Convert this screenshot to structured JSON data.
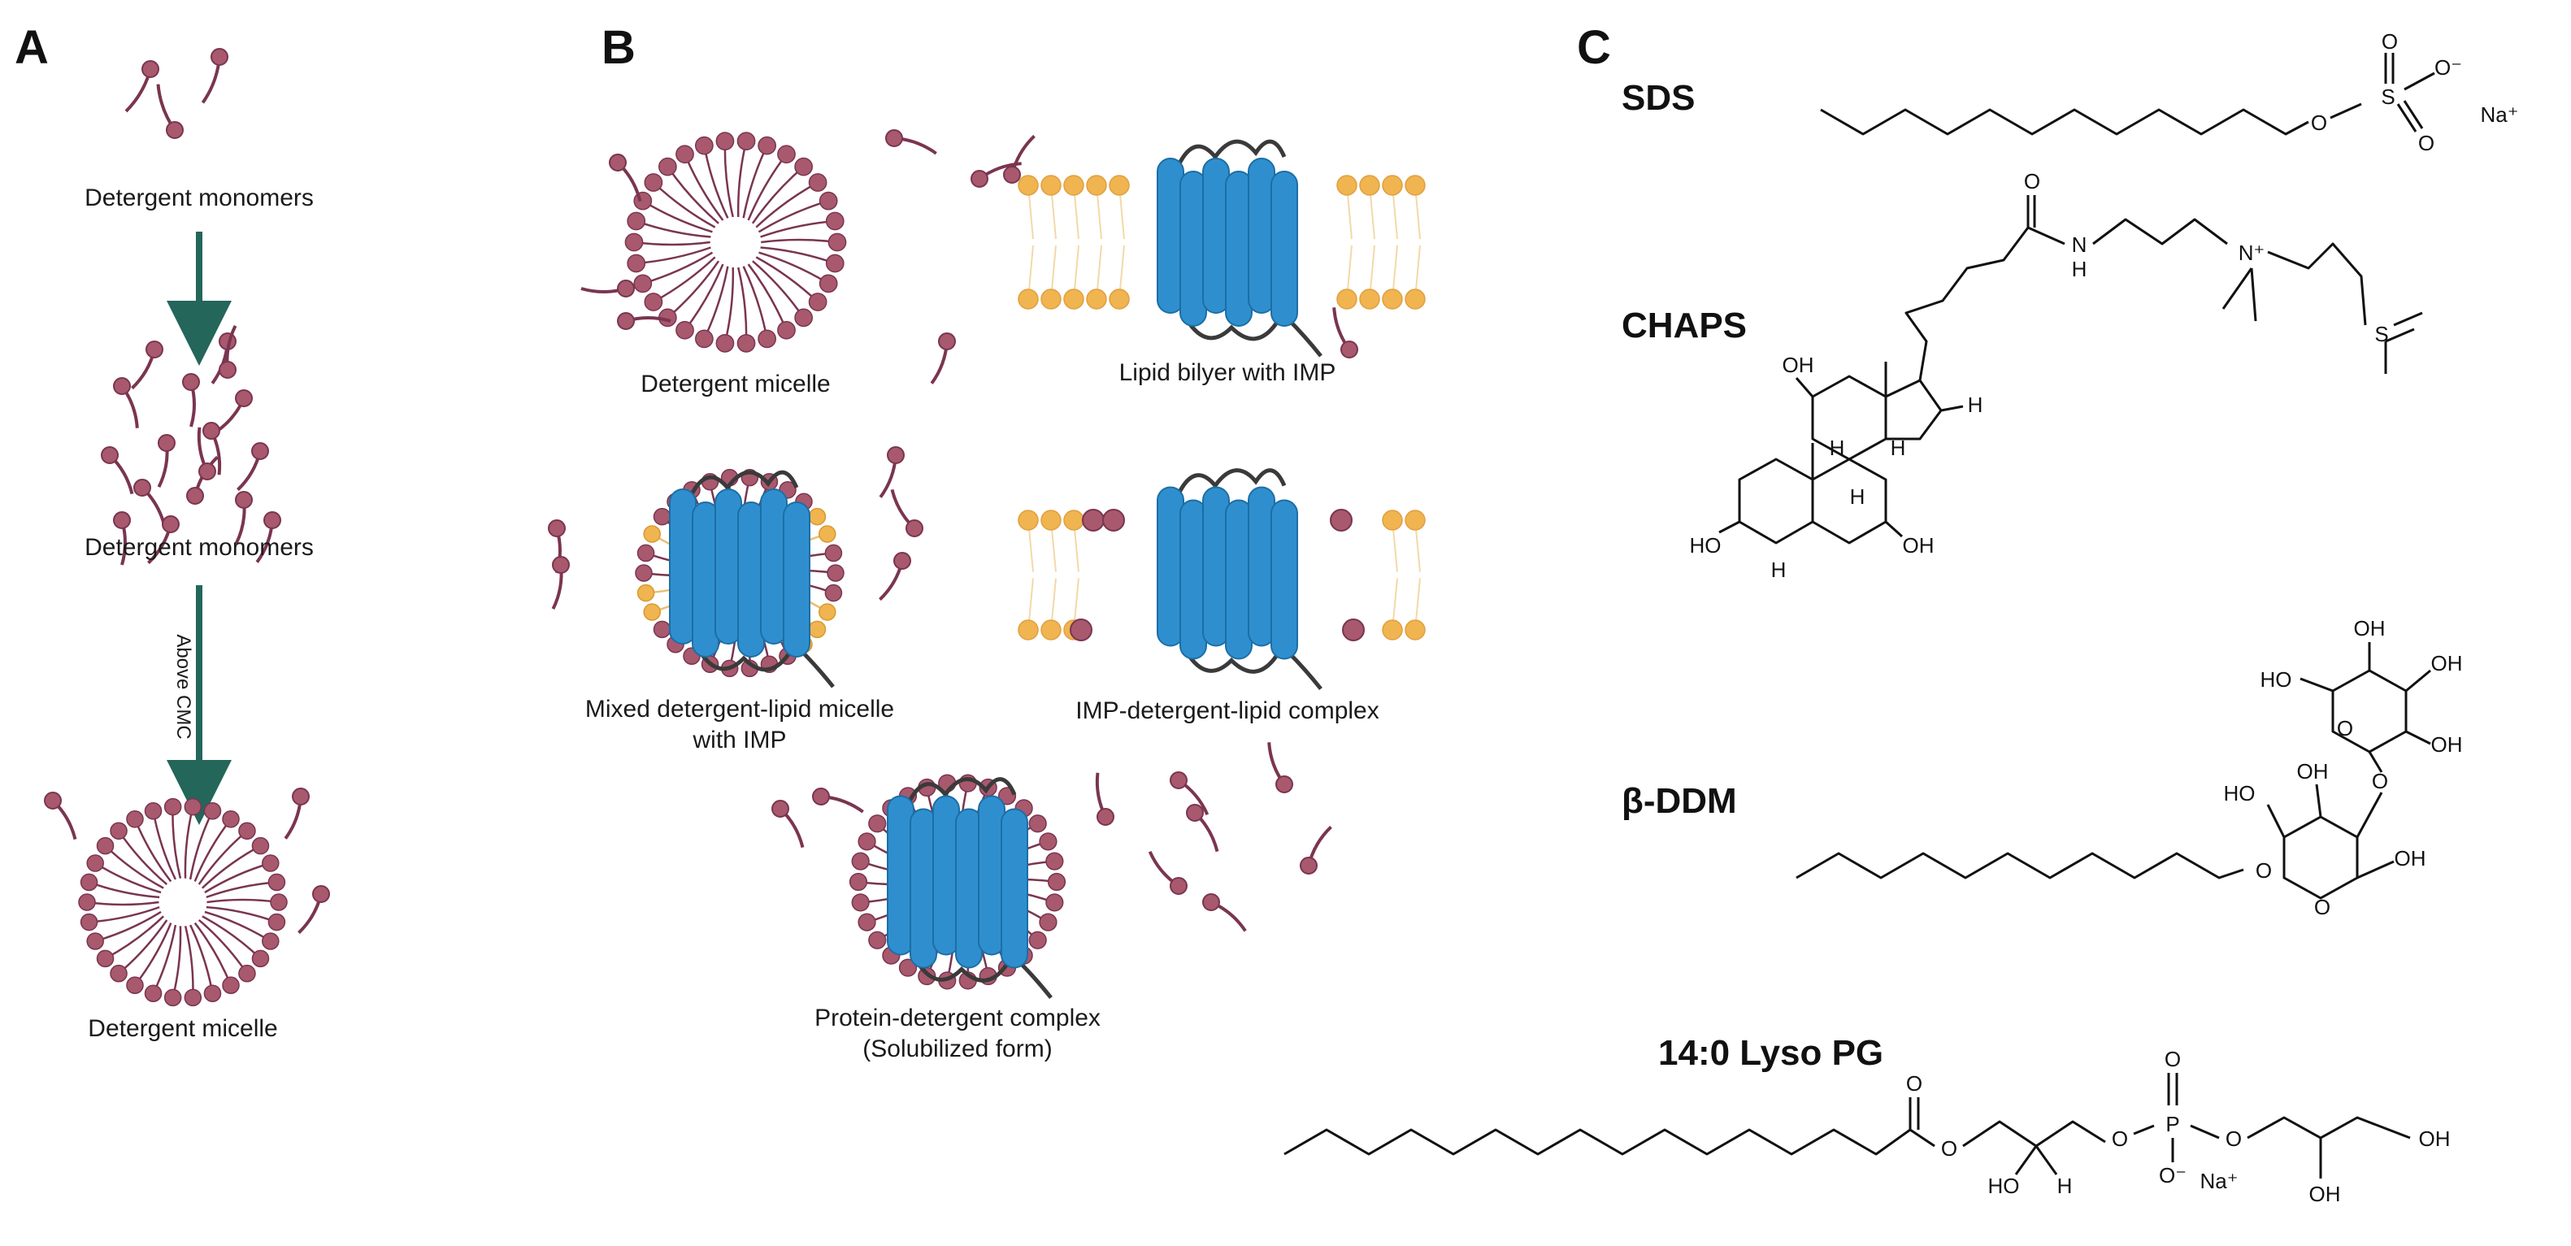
{
  "panels": {
    "a": "A",
    "b": "B",
    "c": "C"
  },
  "colors": {
    "detergent": "#a8596d",
    "detergent_tail": "#7a3550",
    "lipid_head": "#f0b450",
    "protein": "#2f8fce",
    "arrow": "#24665a",
    "loop": "#3a3a3a"
  },
  "panel_a": {
    "label_top": "Detergent monomers",
    "label_mid": "Detergent monomers",
    "arrow_text": "Above CMC",
    "label_bottom": "Detergent micelle"
  },
  "panel_b": {
    "micelle": "Detergent micelle",
    "bilayer": "Lipid bilyer with IMP",
    "mixed_1": "Mixed detergent-lipid micelle",
    "mixed_2": "with IMP",
    "complex": "IMP-detergent-lipid complex",
    "solub_1": "Protein-detergent complex",
    "solub_2": "(Solubilized form)"
  },
  "panel_c": {
    "sds": {
      "name": "SDS",
      "o": "O",
      "o_minus": "O⁻",
      "s": "S",
      "na": "Na⁺"
    },
    "chaps": {
      "name": "CHAPS",
      "o": "O",
      "n": "N",
      "h": "H",
      "n_plus": "N⁺",
      "s": "S",
      "oh": "OH",
      "ho": "HO"
    },
    "ddm": {
      "name": "β-DDM",
      "oh": "OH",
      "ho": "HO",
      "o": "O"
    },
    "lysopg": {
      "name": "14:0 Lyso PG",
      "o": "O",
      "p": "P",
      "o_minus": "O⁻",
      "na": "Na⁺",
      "ho": "HO",
      "h": "H",
      "oh": "OH"
    }
  }
}
